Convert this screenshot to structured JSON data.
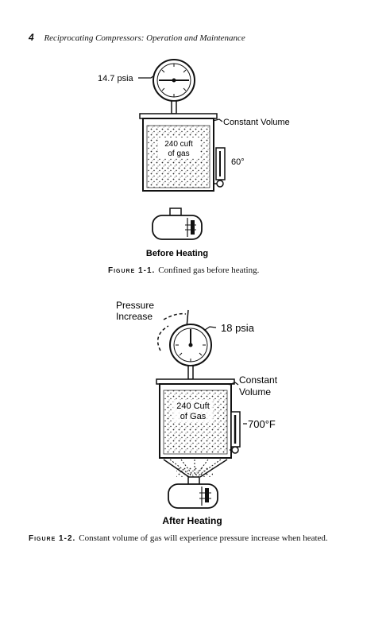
{
  "header": {
    "page_number": "4",
    "running_title": "Reciprocating Compressors: Operation and Maintenance"
  },
  "figure1": {
    "gauge_label": "14.7 psia",
    "volume_label": "Constant Volume",
    "gas_label_line1": "240 cuft",
    "gas_label_line2": "of gas",
    "temp_label": "60°",
    "state_label": "Before Heating",
    "caption_label": "Figure 1-1.",
    "caption_text": "Confined gas before heating."
  },
  "figure2": {
    "pressure_label_line1": "Pressure",
    "pressure_label_line2": "Increase",
    "gauge_label": "18 psia",
    "volume_label_line1": "Constant",
    "volume_label_line2": "Volume",
    "gas_label_line1": "240 Cuft",
    "gas_label_line2": "of Gas",
    "temp_label": "700°F",
    "state_label": "After Heating",
    "caption_label": "Figure 1-2.",
    "caption_text": "Constant volume of gas will experience pressure increase when heated."
  }
}
